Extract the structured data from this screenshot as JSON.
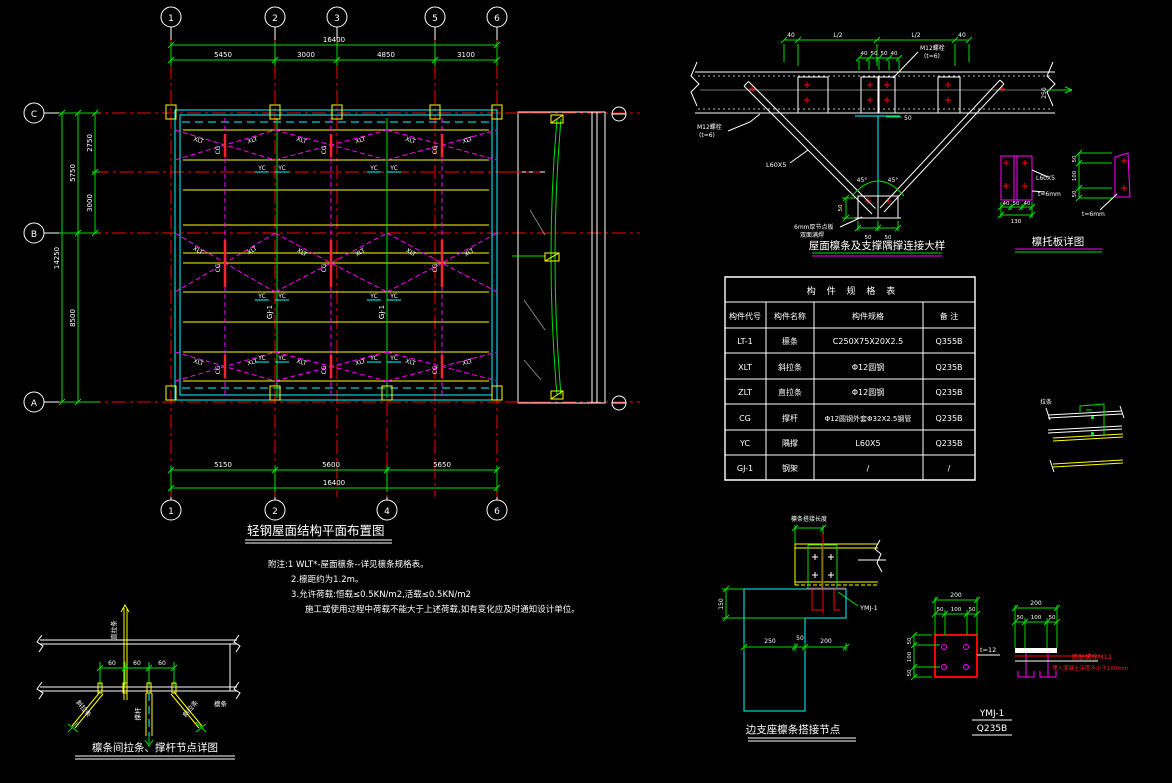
{
  "colors": {
    "background": "#000000",
    "grid_line": "#ff0000",
    "dimension": "#00e000",
    "purlin": "#ffff00",
    "edge_member": "#00ffff",
    "brace": "#ff00ff",
    "text": "#ffffff"
  },
  "plan": {
    "title": "轻钢屋面结构平面布置图",
    "notes": {
      "line1": "附注:1 WLT*-屋面檩条--详见檩条规格表。",
      "line2": "2.檩距约为1.2m。",
      "line3": "3.允许荷载:恒载≤0.5KN/m2,活载≤0.5KN/m2",
      "line4": "施工或使用过程中荷载不能大于上述荷载,如有变化应及时通知设计单位。"
    },
    "axes": {
      "top1": "1",
      "top2": "2",
      "top3": "3",
      "top4": "5",
      "top5": "6",
      "bot1": "1",
      "bot2": "2",
      "bot3": "4",
      "bot4": "6",
      "left1": "C",
      "left2": "B",
      "left3": "A"
    },
    "dims": {
      "top_total": "16400",
      "top1": "5450",
      "top2": "3000",
      "top3": "4850",
      "top4": "3100",
      "bot1": "5150",
      "bot2": "5600",
      "bot3": "5650",
      "bot_total": "16400",
      "left_total": "14250",
      "left_cb": "5750",
      "left_ba": "8500",
      "left_c1": "2750",
      "left_c2": "3000"
    },
    "labels": {
      "xlt": "XLT",
      "cg": "CG",
      "yc": "YC",
      "gj": "GJ-1"
    }
  },
  "truss": {
    "caption": "屋面檩条及支撑隅撑连接大样",
    "dims": {
      "d40": "40",
      "half": "L/2",
      "d50": "50",
      "depth": "250",
      "b1": "40",
      "b2": "50",
      "b3": "50",
      "b4": "40"
    },
    "labels": {
      "brace": "L60X5",
      "angle": "45°",
      "note_top1": "M12螺栓",
      "note_top2": "(t=6)",
      "note_left1": "M12螺栓",
      "note_left2": "(t=6)",
      "gusset1": "6mm厚节点板",
      "gusset2": "双面满焊"
    }
  },
  "plate": {
    "caption": "檩托板详图",
    "labels": {
      "angle": "L60X5",
      "t1": "t=6mm",
      "t2": "t=6mm"
    },
    "dims": {
      "a1": "40",
      "a2": "50",
      "a3": "40",
      "total": "130",
      "b1": "50",
      "b2": "100",
      "b3": "50"
    }
  },
  "table": {
    "title": "构 件 规 格 表",
    "headers": [
      "构件代号",
      "构件名称",
      "构件规格",
      "备 注"
    ],
    "rows": [
      [
        "LT-1",
        "檩条",
        "C250X75X20X2.5",
        "Q355B"
      ],
      [
        "XLT",
        "斜拉条",
        "Φ12圆钢",
        "Q235B"
      ],
      [
        "ZLT",
        "直拉条",
        "Φ12圆钢",
        "Q235B"
      ],
      [
        "CG",
        "撑杆",
        "Φ12圆钢外套Φ32X2.5钢管",
        "Q235B"
      ],
      [
        "YC",
        "隅撑",
        "L60X5",
        "Q235B"
      ],
      [
        "GJ-1",
        "钢架",
        "/",
        "/"
      ]
    ]
  },
  "tie": {
    "caption": "檩条间拉条、撑杆节点详图",
    "labels": {
      "zlt": "直拉条",
      "xlt_left": "斜拉条",
      "xlt_right": "斜拉条",
      "cg": "撑杆",
      "lt": "檩条"
    },
    "dims": {
      "d1": "60",
      "d2": "60",
      "d3": "60"
    }
  },
  "edge": {
    "caption": "边支座檩条搭接节点",
    "top_label": "檩条搭接长度",
    "ymj_label": "YMJ-1",
    "dims": {
      "v": "150",
      "h1": "250",
      "h2": "50",
      "h3": "200"
    }
  },
  "ymj": {
    "title": "YMJ-1",
    "grade": "Q235B",
    "t_label": "t=12",
    "notes": {
      "anchor": "膨胀螺栓M12",
      "depth": "埋入混凝土深度不小于100mm"
    },
    "dims": {
      "total_l": "200",
      "l1": "50",
      "l2": "100",
      "l3": "50",
      "v1": "50",
      "v2": "100",
      "v3": "50",
      "total_r": "200",
      "r1": "50",
      "r2": "100",
      "r3": "50"
    }
  },
  "misc": {
    "tiao": "拉条",
    "d50": "50"
  }
}
